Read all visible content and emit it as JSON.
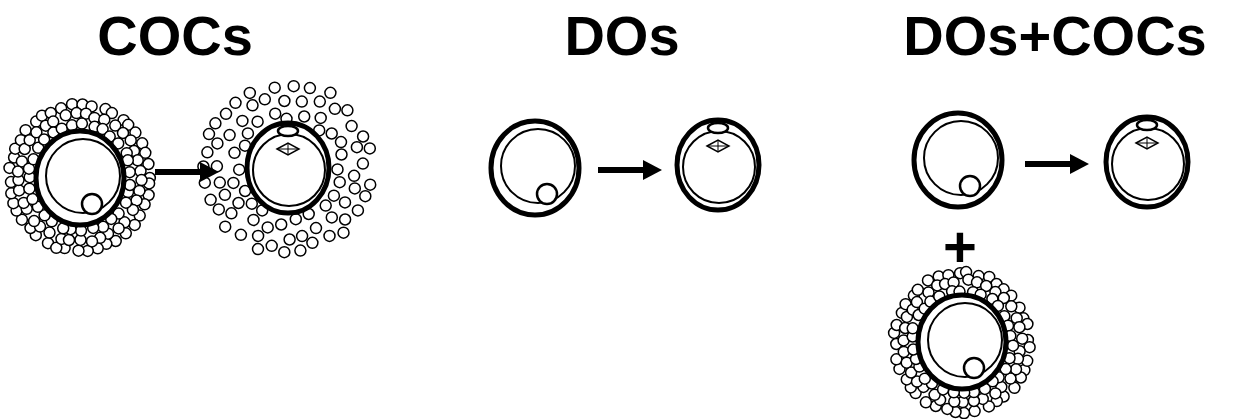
{
  "diagram": {
    "labels": [
      "COCs",
      "DOs",
      "DOs+COCs",
      "+"
    ]
  }
}
